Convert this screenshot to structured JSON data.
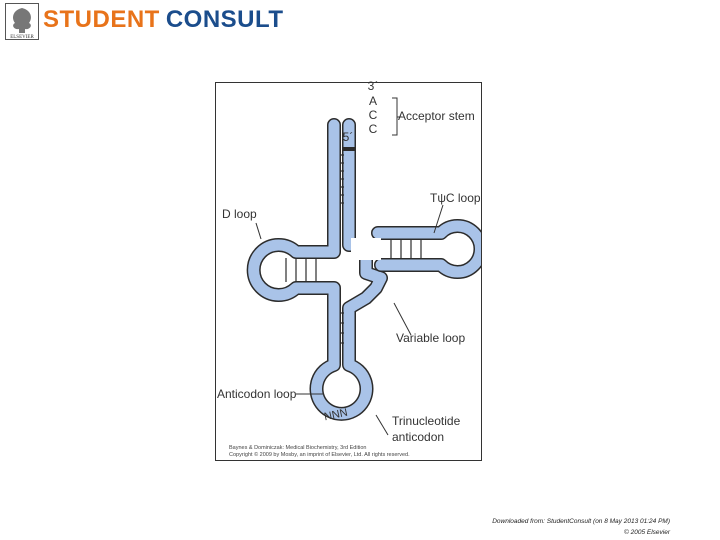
{
  "header": {
    "elsevier_text": "ELSEVIER",
    "brand_part1": "STUDENT",
    "brand_part2": "CONSULT",
    "brand_colors": {
      "student": "#e8731a",
      "consult": "#1b4d8c"
    }
  },
  "figure": {
    "end_3": "3´",
    "end_5": "5´",
    "acceptor_bases": [
      "A",
      "C",
      "C"
    ],
    "labels": {
      "acceptor_stem": "Acceptor stem",
      "tpsic_loop": "TψC loop",
      "d_loop": "D loop",
      "variable_loop": "Variable loop",
      "anticodon_loop": "Anticodon loop",
      "trinucleotide_line1": "Trinucleotide",
      "trinucleotide_line2": "anticodon",
      "anticodon_bases": "NNN"
    },
    "credit_line1": "Baynes & Dominiczak: Medical Biochemistry, 3rd Edition",
    "credit_line2": "Copyright © 2009 by Mosby, an imprint of Elsevier, Ltd. All rights reserved.",
    "colors": {
      "strand_fill": "#a9c3e8",
      "strand_outline": "#2c2c2c"
    }
  },
  "footer": {
    "line1": "Downloaded from: StudentConsult (on 8 May 2013 01:24 PM)",
    "line2": "© 2005 Elsevier"
  }
}
